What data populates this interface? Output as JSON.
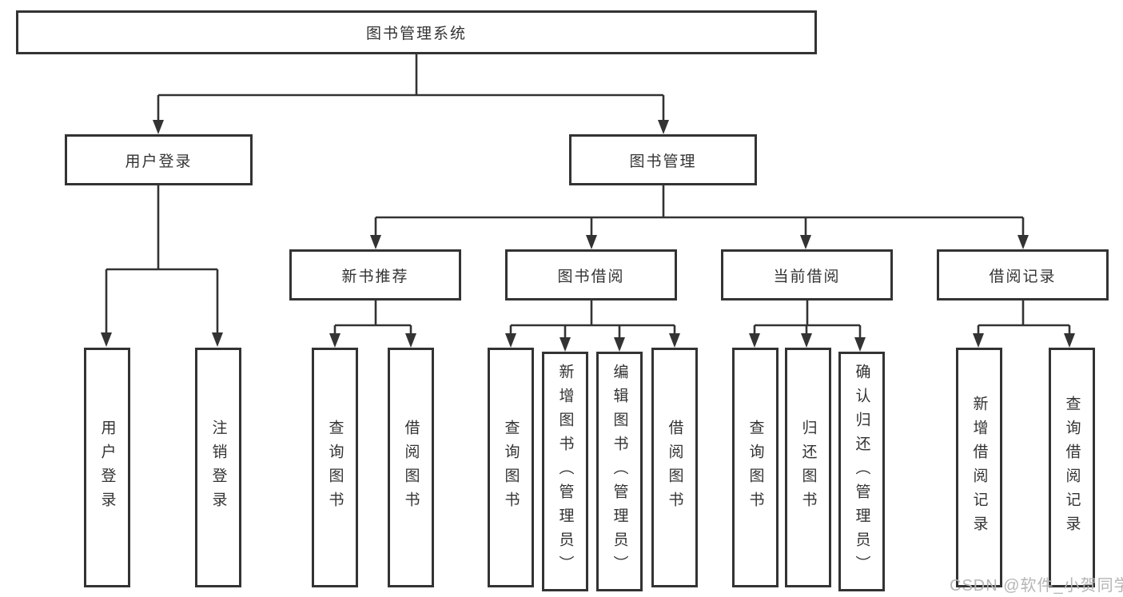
{
  "diagram": {
    "root": {
      "label": "图书管理系统"
    },
    "level2": {
      "user_login": {
        "label": "用户登录"
      },
      "book_mgmt": {
        "label": "图书管理"
      }
    },
    "level3": {
      "new_book": {
        "label": "新书推荐"
      },
      "borrow": {
        "label": "图书借阅"
      },
      "current": {
        "label": "当前借阅"
      },
      "records": {
        "label": "借阅记录"
      }
    },
    "leaves": {
      "user_login": [
        "用户登录",
        "注销登录"
      ],
      "new_book": [
        "查询图书",
        "借阅图书"
      ],
      "borrow": [
        "查询图书",
        "新增图书（管理员）",
        "编辑图书（管理员）",
        "借阅图书"
      ],
      "current": [
        "查询图书",
        "归还图书",
        "确认归还（管理员）"
      ],
      "records": [
        "新增借阅记录",
        "查询借阅记录"
      ]
    }
  },
  "watermark": {
    "text": "CSDN @软件_小贺同学"
  },
  "colors": {
    "line": "#333333",
    "text": "#333333",
    "watermark": "#b5b5b5",
    "background": "#ffffff"
  }
}
